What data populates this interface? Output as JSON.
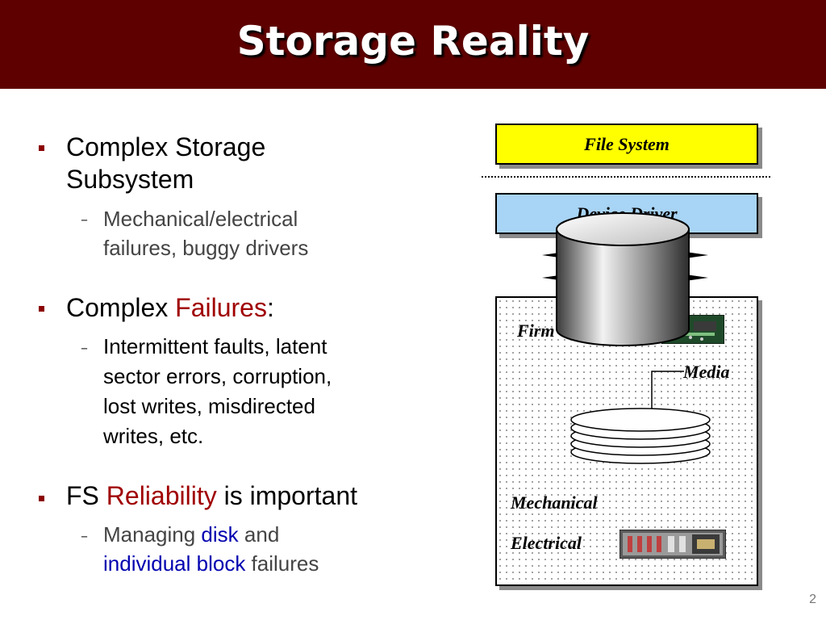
{
  "slide": {
    "title": "Storage Reality",
    "page_number": "2"
  },
  "bullets": {
    "b1_line1": "Complex Storage",
    "b1_line2": "Subsystem",
    "b1_sub_line1": "Mechanical/electrical",
    "b1_sub_line2": "failures, buggy drivers",
    "b2_prefix": "Complex ",
    "b2_highlight": "Failures",
    "b2_suffix": ":",
    "b2_sub_line1": "Intermittent faults, latent",
    "b2_sub_line2": "sector errors, corruption,",
    "b2_sub_line3": "lost writes, misdirected",
    "b2_sub_line4": "writes, etc.",
    "b3_prefix": "FS ",
    "b3_highlight": "Reliability",
    "b3_suffix": " is important",
    "b3_sub_word1": "Managing ",
    "b3_sub_word2": "disk",
    "b3_sub_word3": " and",
    "b3_sub_word4": "individual block",
    "b3_sub_word5": " failures"
  },
  "diagram": {
    "file_system": "File System",
    "device_driver": "Device Driver",
    "firmware": "Firmware",
    "media": "Media",
    "mechanical": "Mechanical",
    "electrical": "Electrical"
  },
  "colors": {
    "title_bar": "#5e0000",
    "highlight_red": "#a00000",
    "highlight_blue": "#0000b0",
    "file_system_box": "#ffff00",
    "device_driver_box": "#a8d4f5"
  }
}
